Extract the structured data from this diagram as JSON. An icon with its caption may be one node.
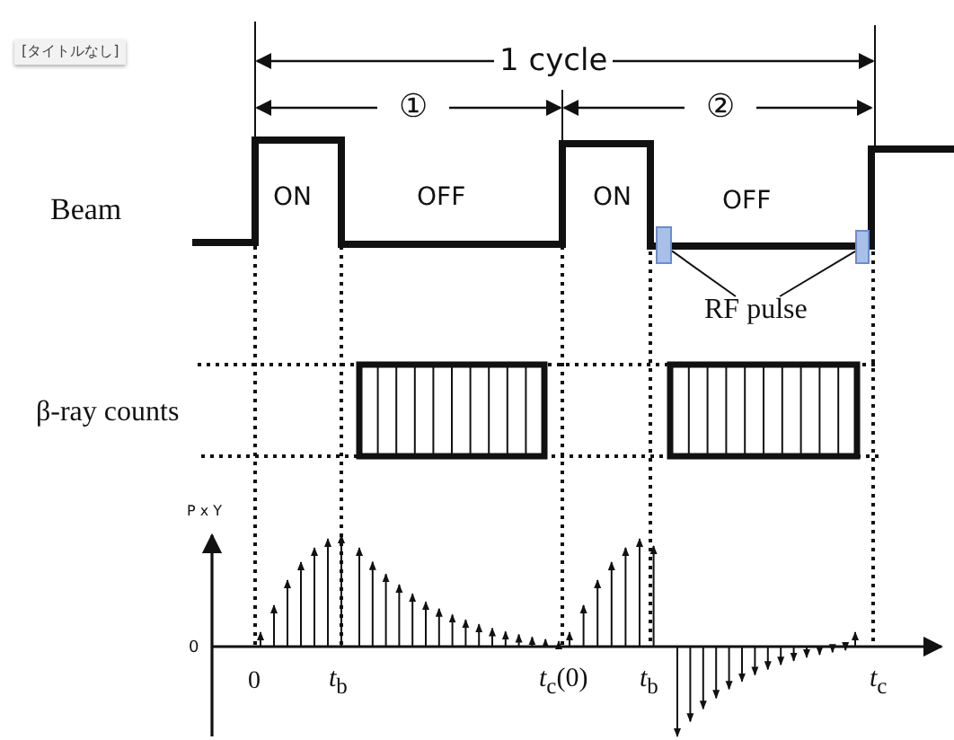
{
  "diagram": {
    "nodes": [
      {
        "text": [
          "RF pulse"
        ]
      },
      {
        "text": [],
        "shape": "box"
      },
      {
        "text": [],
        "shape": "box"
      }
    ],
    "edges": [
      {
        "from": 0,
        "to": 1,
        "arrow": "none"
      },
      {
        "from": 0,
        "to": 2,
        "arrow": "none"
      }
    ],
    "labels": [
      "[タイトルなし]",
      "1 cycle",
      "①",
      "②",
      "ON",
      "OFF",
      "ON",
      "OFF",
      "Beam",
      "β-ray counts",
      "P x Y",
      "0",
      "0",
      "*t*$_{b}$",
      "*t*$_{c}$(0)",
      "*t*$_{b}$",
      "*t*$_{c}$"
    ]
  }
}
